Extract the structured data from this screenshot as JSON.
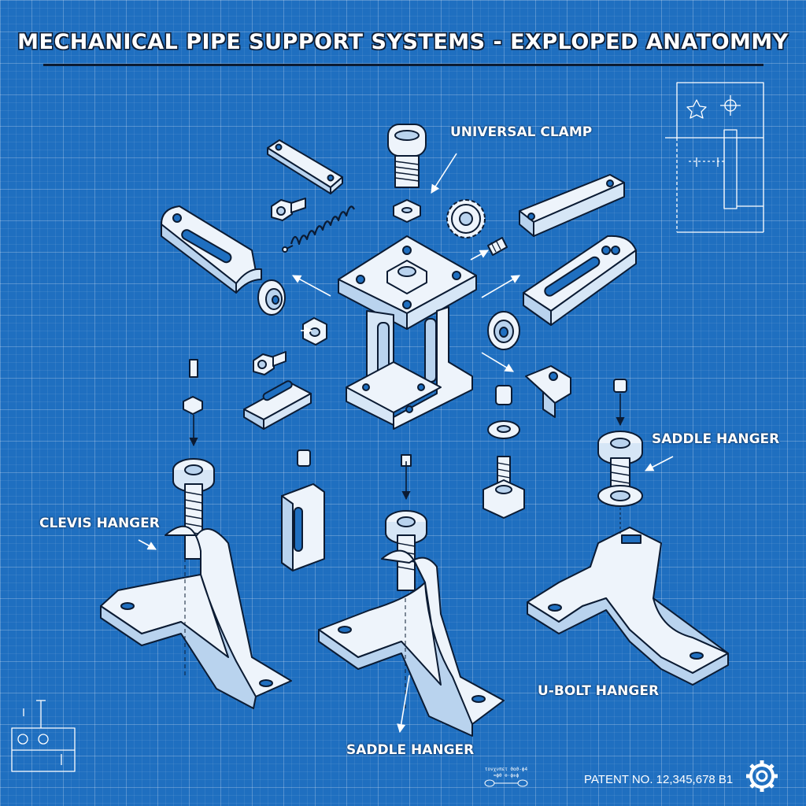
{
  "title": "MECHANICAL PIPE SUPPORT SYSTEMS - EXPLOPED ANATOMMY",
  "labels": {
    "universal_clamp": "UNIVERSAL CLAMP",
    "clevis_hanger": "CLEVIS HANGER",
    "saddle_hanger_right": "SADDLE HANGER",
    "u_bolt_hanger": "U-BOLT HANGER",
    "saddle_hanger_bottom": "SADDLE HANGER"
  },
  "patent": "PATENT NO. 12,345,678 B1",
  "stamp_text": "τονχνπετ  ϑαϑ-ϕ4  ≈ϕθ  ⊗·ϕ✲ϕ",
  "colors": {
    "background": "#1f6fc0",
    "part_fill": "#eef4fb",
    "part_shade": "#b9d3ee",
    "outline": "#0b1b33",
    "accent": "#ffffff"
  },
  "icons": [
    "gear-icon",
    "arrow-icon",
    "bolt-icon",
    "nut-icon",
    "spring-icon",
    "washer-icon"
  ]
}
